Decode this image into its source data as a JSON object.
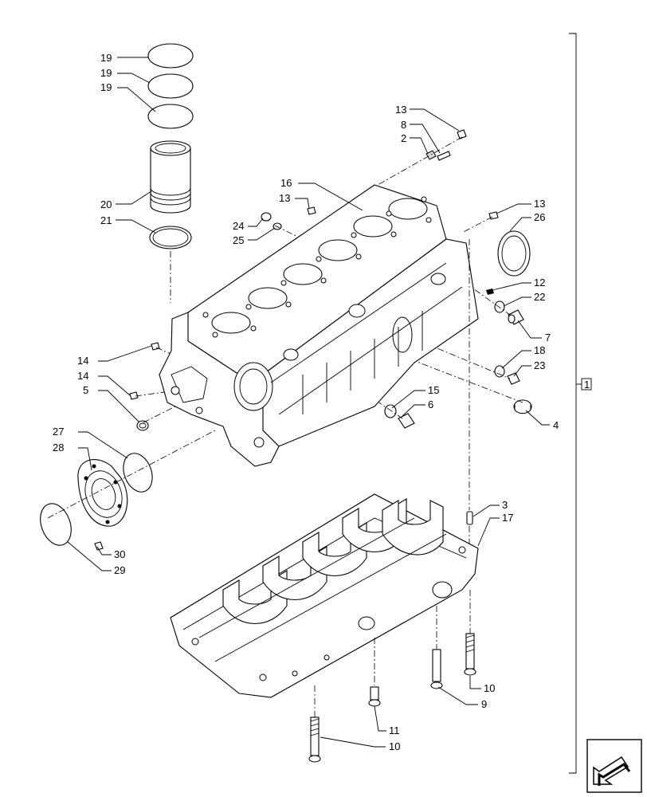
{
  "callouts": {
    "c19a": "19",
    "c19b": "19",
    "c19c": "19",
    "c20": "20",
    "c21": "21",
    "c13a": "13",
    "c8": "8",
    "c2": "2",
    "c16": "16",
    "c13b": "13",
    "c24": "24",
    "c25": "25",
    "c13c": "13",
    "c26": "26",
    "c12": "12",
    "c22": "22",
    "c7": "7",
    "c14a": "14",
    "c14b": "14",
    "c5": "5",
    "c18": "18",
    "c23": "23",
    "c15": "15",
    "c6": "6",
    "c4": "4",
    "c27": "27",
    "c28": "28",
    "c30": "30",
    "c29": "29",
    "c3": "3",
    "c17": "17",
    "c10a": "10",
    "c9": "9",
    "c11": "11",
    "c10b": "10"
  },
  "group_box_label": "1",
  "icons": {
    "corner_nav": "arrow-nav-icon"
  }
}
